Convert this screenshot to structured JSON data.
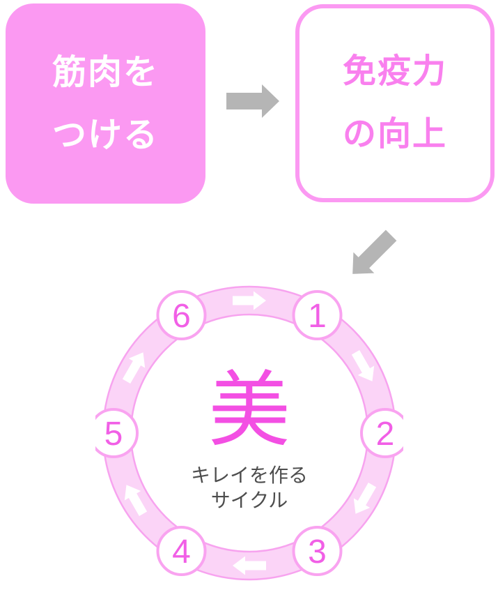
{
  "colors": {
    "pink_fill": "#FB99F2",
    "pink_outline_text": "#F980EE",
    "ring_fill": "#FBD4F7",
    "ring_edge": "#F7A3EF",
    "node_border": "#F9A3F0",
    "node_number": "#F15FE6",
    "beauty_char": "#F34FE3",
    "caption_text": "#4D4D4D",
    "arrow_gray": "#B5B5B5",
    "arrow_white": "#FFFFFF"
  },
  "flow": {
    "muscle_box": {
      "line1": "筋肉を",
      "line2": "つける"
    },
    "immunity_box": {
      "line1": "免疫力",
      "line2": "の向上"
    },
    "arrow1_icon": "right-arrow",
    "arrow2_icon": "down-left-arrow"
  },
  "cycle": {
    "direction": "clockwise",
    "nodes": [
      "1",
      "2",
      "3",
      "4",
      "5",
      "6"
    ],
    "center_character": "美",
    "caption_line1": "キレイを作る",
    "caption_line2": "サイクル"
  }
}
